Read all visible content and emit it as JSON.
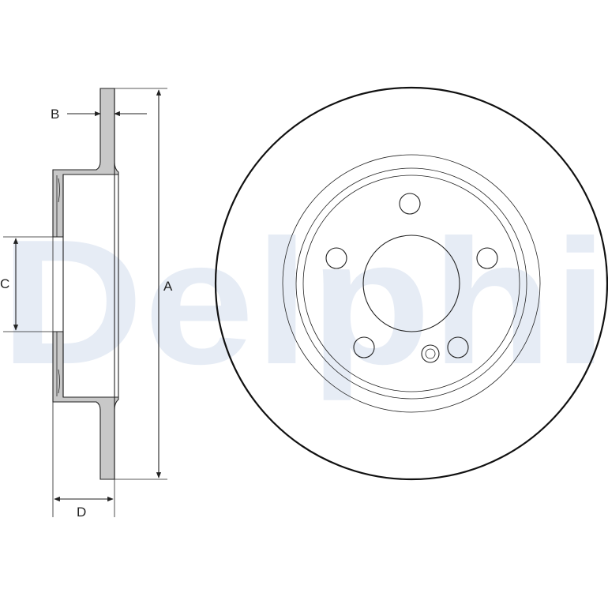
{
  "watermark": {
    "text": "Delphi",
    "color": "#e6ecf5"
  },
  "dimensions": {
    "A": "A",
    "B": "B",
    "C": "C",
    "D": "D"
  },
  "colors": {
    "line": "#222222",
    "section_fill": "#c8c8c8",
    "background": "#ffffff"
  }
}
